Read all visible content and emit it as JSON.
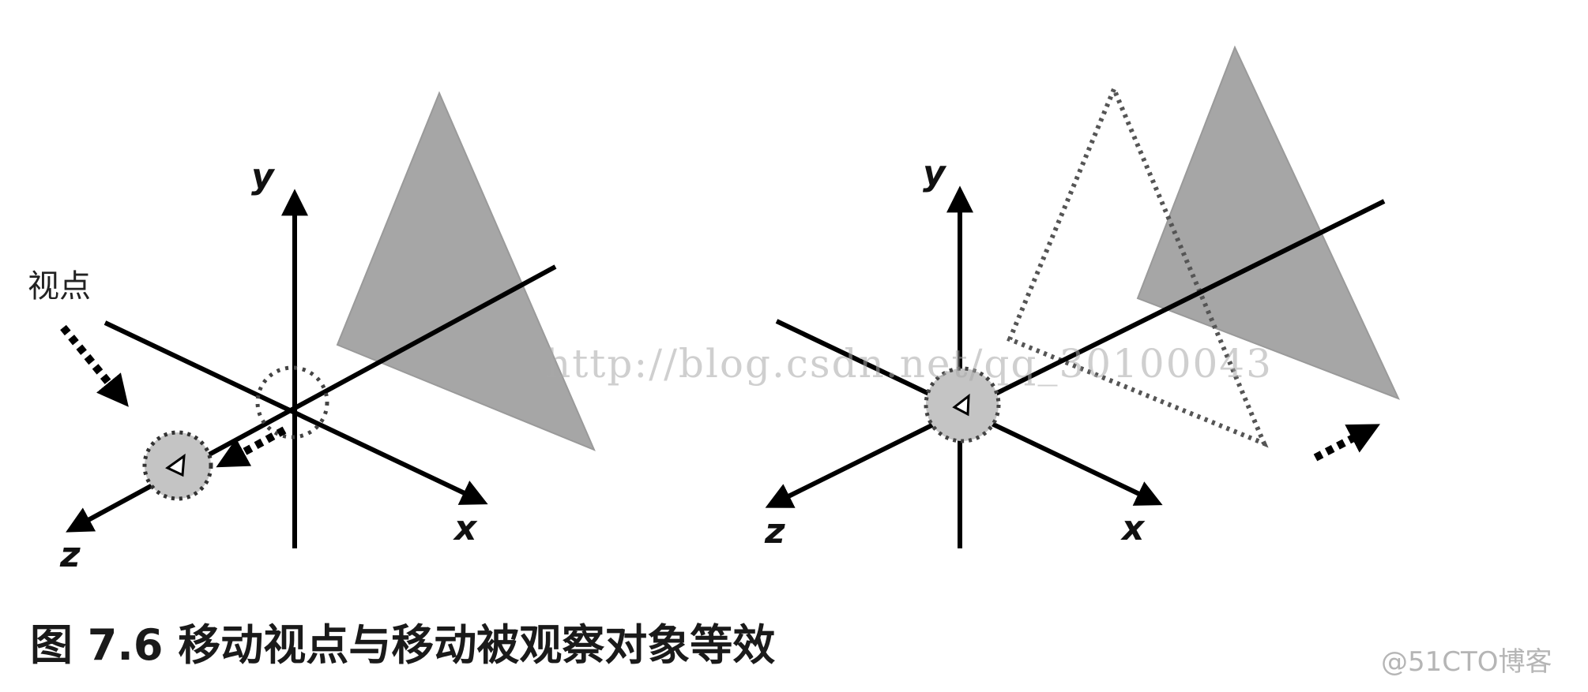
{
  "panels": {
    "left": {
      "axes": {
        "x": "x",
        "y": "y",
        "z": "z"
      },
      "viewpoint_label": "视点"
    },
    "right": {
      "axes": {
        "x": "x",
        "y": "y",
        "z": "z"
      }
    }
  },
  "caption": "图 7.6  移动视点与移动被观察对象等效",
  "watermarks": {
    "url": "http://blog.csdn.net/qq_30100043",
    "corner": "@51CTO博客"
  },
  "colors": {
    "axis": "#000000",
    "triangle_fill": "#a6a6a6",
    "viewpoint_fill": "#c4c4c4",
    "dotted": "#555555"
  }
}
